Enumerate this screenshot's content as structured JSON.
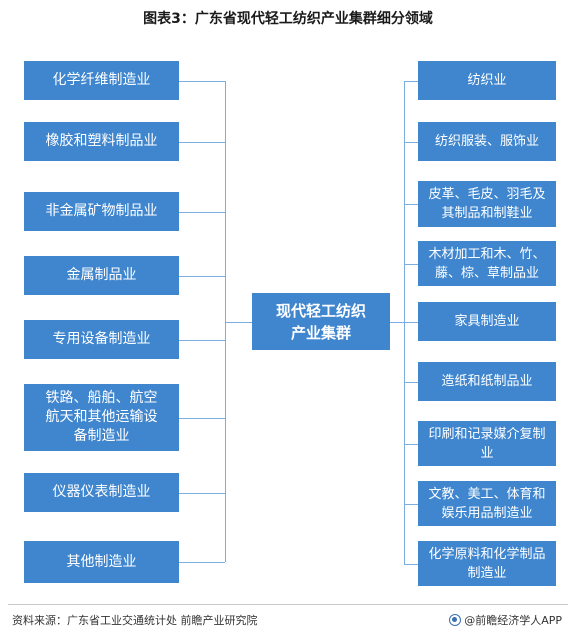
{
  "title": "图表3：广东省现代轻工纺织产业集群细分领域",
  "center": {
    "line1": "现代轻工纺织",
    "line2": "产业集群"
  },
  "left_items": [
    [
      "化学纤维制造业"
    ],
    [
      "橡胶和塑料制品业"
    ],
    [
      "非金属矿物制品业"
    ],
    [
      "金属制品业"
    ],
    [
      "专用设备制造业"
    ],
    [
      "铁路、船舶、航空",
      "航天和其他运输设",
      "备制造业"
    ],
    [
      "仪器仪表制造业"
    ],
    [
      "其他制造业"
    ]
  ],
  "right_items": [
    [
      "纺织业"
    ],
    [
      "纺织服装、服饰业"
    ],
    [
      "皮革、毛皮、羽毛及",
      "其制品和制鞋业"
    ],
    [
      "木材加工和木、竹、",
      "藤、棕、草制品业"
    ],
    [
      "家具制造业"
    ],
    [
      "造纸和纸制品业"
    ],
    [
      "印刷和记录媒介复制",
      "业"
    ],
    [
      "文教、美工、体育和",
      "娱乐用品制造业"
    ],
    [
      "化学原料和化学制品",
      "制造业"
    ]
  ],
  "footer": {
    "source": "资料来源：广东省工业交通统计处 前瞻产业研究院",
    "brand": "@前瞻经济学人APP"
  }
}
